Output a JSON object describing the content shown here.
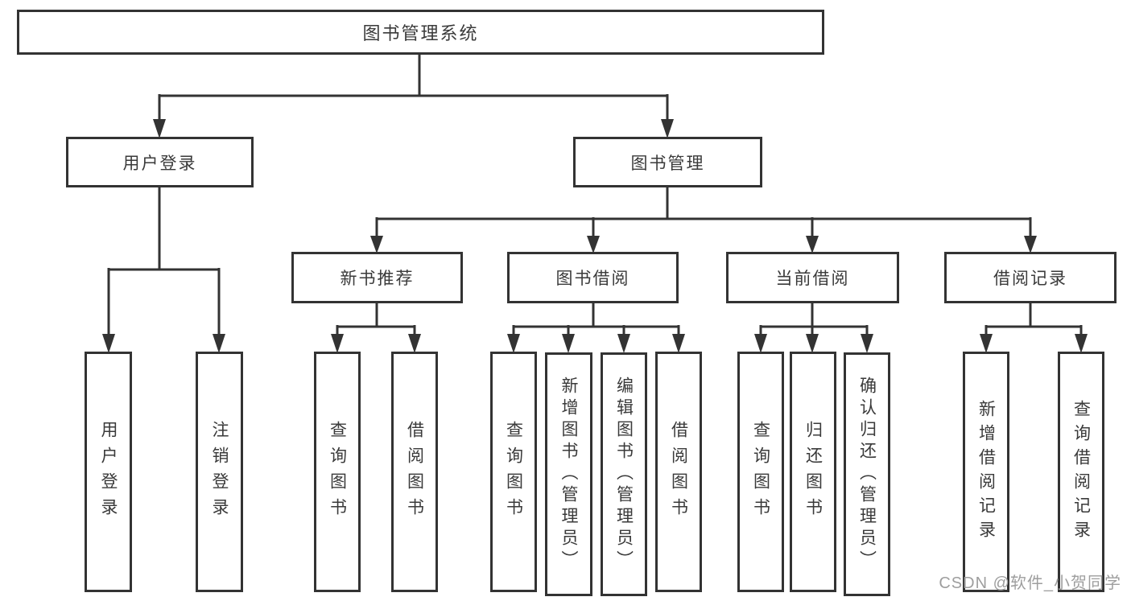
{
  "diagram_title": "图书管理系统",
  "tree": {
    "root": "图书管理系统",
    "branches": [
      {
        "label": "用户登录",
        "children": [
          "用户登录",
          "注销登录"
        ]
      },
      {
        "label": "图书管理",
        "groups": [
          {
            "label": "新书推荐",
            "children": [
              "查询图书",
              "借阅图书"
            ]
          },
          {
            "label": "图书借阅",
            "children": [
              "查询图书",
              "新增图书（管理员）",
              "编辑图书（管理员）",
              "借阅图书"
            ]
          },
          {
            "label": "当前借阅",
            "children": [
              "查询图书",
              "归还图书",
              "确认归还（管理员）"
            ]
          },
          {
            "label": "借阅记录",
            "children": [
              "新增借阅记录",
              "查询借阅记录"
            ]
          }
        ]
      }
    ]
  },
  "watermark": "CSDN @软件_小贺同学",
  "colors": {
    "line": "#333333",
    "text": "#3a3a3a",
    "background": "#ffffff",
    "watermark": "#9e9e9e"
  }
}
